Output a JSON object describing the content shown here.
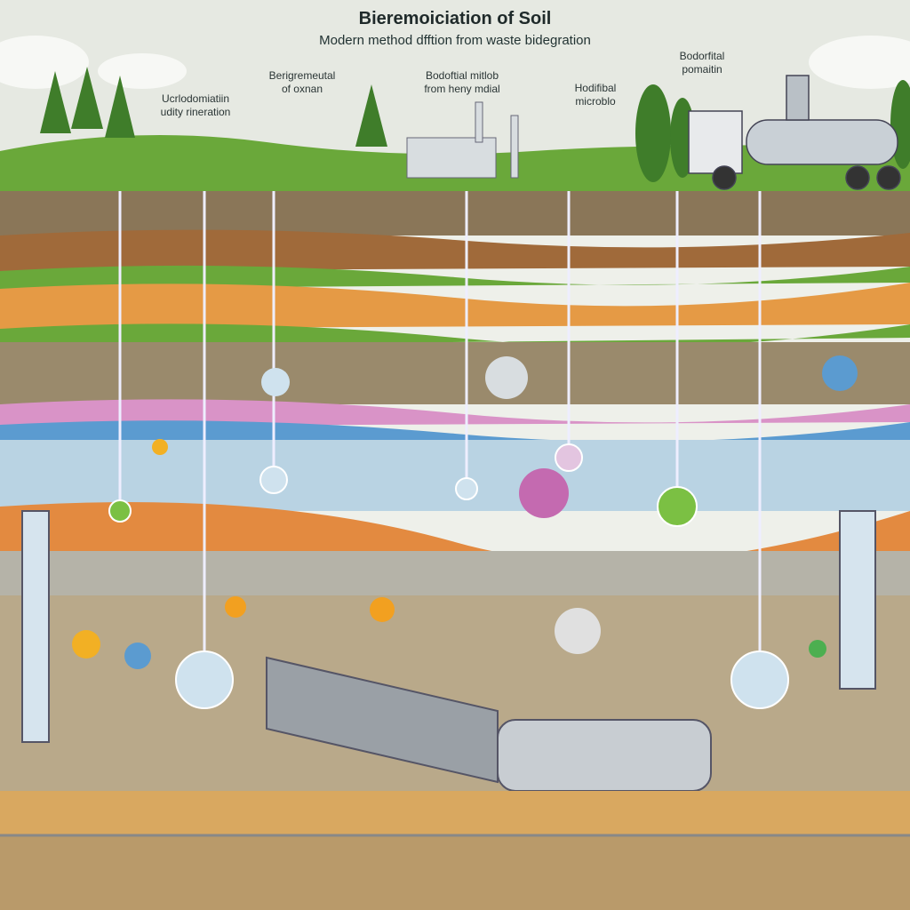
{
  "title": "Bieremoiciation of Soil",
  "subtitle": "Modern method dfftion from waste bidegration",
  "labels": [
    {
      "line1": "Ucrlodomiatiin",
      "line2": "udity rineration"
    },
    {
      "line1": "Berigremeutal",
      "line2": "of oxnan"
    },
    {
      "line1": "Bodoftial mitlob",
      "line2": "from heny mdial"
    },
    {
      "line1": "Hodifibal",
      "line2": "microblo"
    },
    {
      "line1": "Bodorfital",
      "line2": "pomaitin"
    }
  ],
  "colors": {
    "sky": "#e6e9e2",
    "grass": "#6aa83a",
    "topsoil": "#8a7658",
    "orange": "#e59a45",
    "clay": "#c47a3c",
    "groundwater": "#b9d3e3",
    "pink": "#d993c7",
    "deep": "#b9a98a",
    "bedrock": "#d9a860"
  }
}
